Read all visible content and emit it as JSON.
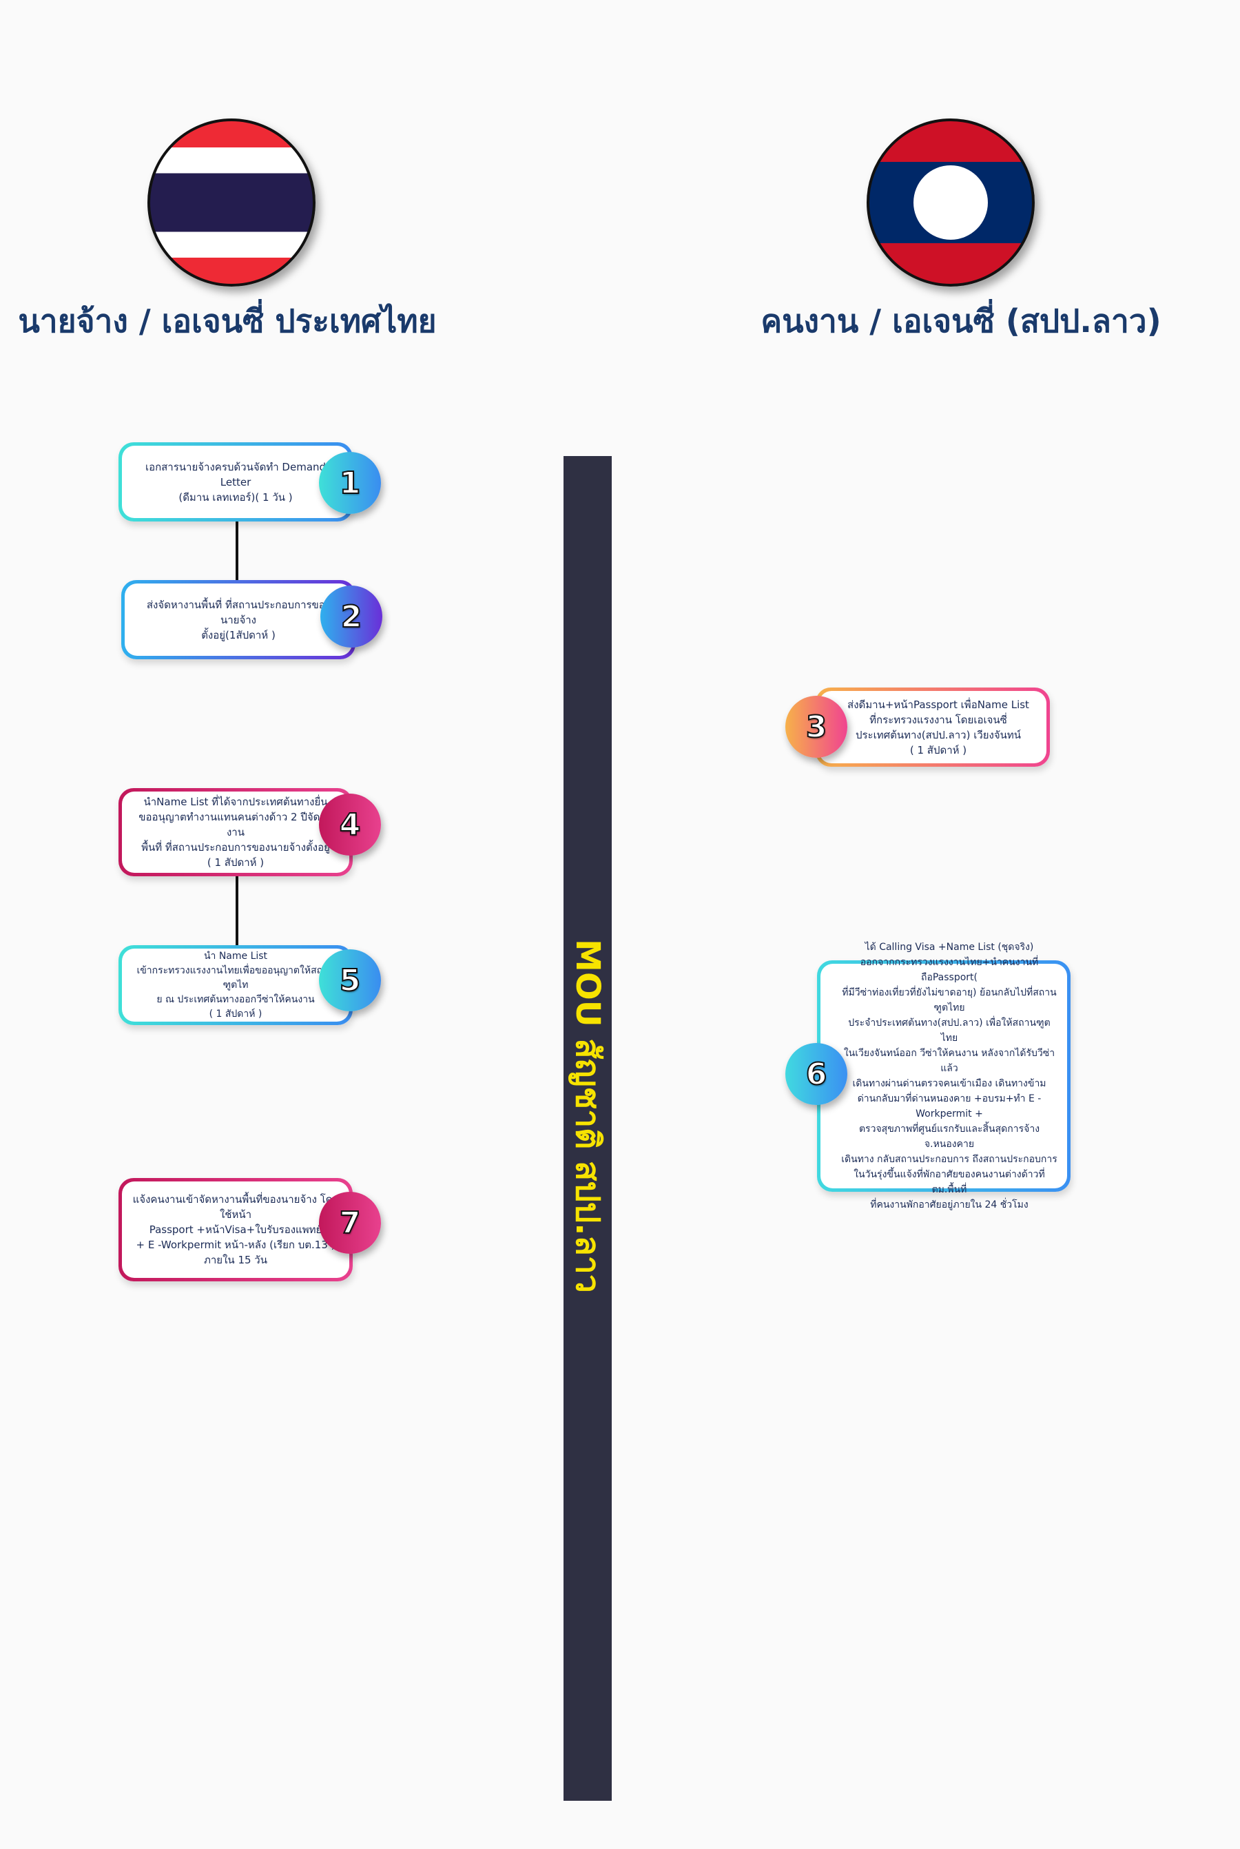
{
  "header": {
    "left_title": "นายจ้าง / เอเจนซี่ ประเทศไทย",
    "right_title": "คนงาน / เอเจนซี่ (สปป.ลาว)"
  },
  "flags": {
    "left": {
      "icon": "thailand-flag-icon",
      "colors": [
        "#ee2a35",
        "#ffffff",
        "#241d4f"
      ]
    },
    "right": {
      "icon": "laos-flag-icon",
      "colors": [
        "#ce1126",
        "#002868",
        "#ffffff"
      ]
    }
  },
  "timeline": {
    "label": "MOU สัญชาติ สปป.ลาว",
    "bar_color": "#2f3043",
    "label_color": "#f7e300"
  },
  "steps": [
    {
      "number": "1",
      "side": "employer",
      "text": "เอกสารนายจ้างครบด้วนจัดทำ Demand  Letter\n(ดีมาน เลทเทอร์)( 1 วัน )"
    },
    {
      "number": "2",
      "side": "employer",
      "text": "ส่งจัดหางานพื้นที่ ที่สถานประกอบการของนายจ้าง\nตั้งอยู่(1สัปดาห์ )"
    },
    {
      "number": "3",
      "side": "worker",
      "text": "ส่งดีมาน+หน้าPassport เพื่อName List\nที่กระทรวงแรงงาน โดยเอเจนซี่\nประเทศต้นทาง(สปป.ลาว) เวียงจันทน์\n( 1 สัปดาห์ )"
    },
    {
      "number": "4",
      "side": "employer",
      "text": "นำName List ที่ได้จากประเทศต้นทางยื่น\nขออนุญาตทำงานแทนคนต่างด้าว 2 ปีจัดหางาน\nพื้นที่ ที่สถานประกอบการของนายจ้างตั้งอยู่\n( 1 สัปดาห์ )"
    },
    {
      "number": "5",
      "side": "employer",
      "text": "นำ Name List\nเข้ากระทรวงแรงงานไทยเพื่อขออนุญาตให้สถานฑูตไท\nย ณ ประเทศต้นทางออกวีซ่าให้คนงาน\n( 1 สัปดาห์ )"
    },
    {
      "number": "6",
      "side": "worker",
      "text": "ได้ Calling Visa +Name List (ชุดจริง)\nออกจากกระทรวงแรงงานไทย+นำคนงานที่ถือPassport(\nที่มีวีซ่าท่องเที่ยวที่ยังไม่ขาดอายุ) ย้อนกลับไปที่สถานฑูตไทย\nประจำประเทศต้นทาง(สปป.ลาว) เพื่อให้สถานฑูตไทย\nในเวียงจันทน์ออก วีซ่าให้คนงาน หลังจากได้รับวีซ่าแล้ว\nเดินทางผ่านด่านตรวจคนเข้าเมือง  เดินทางข้าม\nด่านกลับมาที่ด่านหนองคาย +อบรม+ทำ E -Workpermit +\nตรวจสุขภาพที่ศูนย์แรกรับและสิ้นสุดการจ้าง จ.หนองคาย\nเดินทาง กลับสถานประกอบการ ถึงสถานประกอบการ\nในวันรุ่งขึ้นแจ้งที่พักอาศัยของคนงานต่างด้าวที่ ตม.พื้นที่\nที่คนงานพักอาศัยอยู่ภายใน 24 ชั่วโมง"
    },
    {
      "number": "7",
      "side": "employer",
      "text": "แจ้งคนงานเข้าจัดหางานพื้นที่ของนายจ้าง โดยใช้หน้า\nPassport +หน้าVisa+ใบรับรองแพทย์\n+ E -Workpermit หน้า-หลัง  (เรียก   บต.13 )\nภายใน 15 วัน"
    }
  ]
}
